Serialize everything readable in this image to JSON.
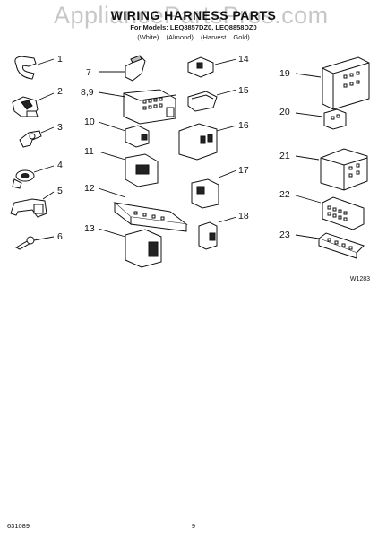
{
  "watermark": "AppliancePartsPros.com",
  "title": "WIRING HARNESS PARTS",
  "subtitle": "For Models: LEQ8857DZ0, LEQ8858DZ0",
  "variants": "(White)   (Almond)   (Harvest Gold)",
  "part_labels": [
    "1",
    "2",
    "3",
    "4",
    "5",
    "6",
    "7",
    "8,9",
    "10",
    "11",
    "12",
    "13",
    "14",
    "15",
    "16",
    "17",
    "18",
    "19",
    "20",
    "21",
    "22",
    "23"
  ],
  "diagram_code": "W1283",
  "footer": {
    "doc_number": "631089",
    "page_number": "9"
  }
}
